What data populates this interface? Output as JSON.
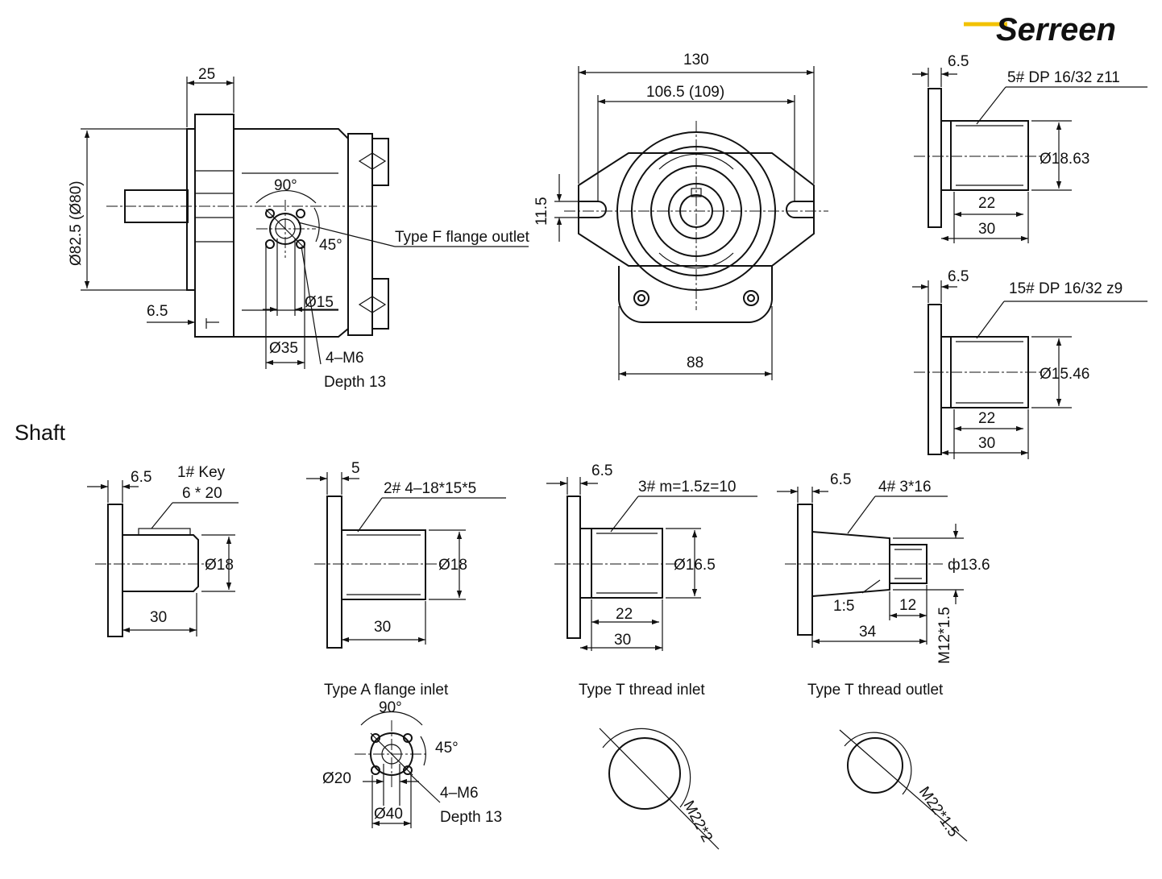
{
  "brand": {
    "logo_text": "Serreen",
    "color": "#f2c200"
  },
  "side_view": {
    "dim_top": "25",
    "dim_diameter": "Ø82.5 (Ø80)",
    "dim_bottom_left": "6.5",
    "angle_90": "90°",
    "angle_45": "45°",
    "dim_d15": "Ø15",
    "dim_d35": "Ø35",
    "bolts": "4–M6",
    "depth": "Depth 13",
    "outlet_label": "Type F flange outlet"
  },
  "front_view": {
    "dim_130": "130",
    "dim_106": "106.5 (109)",
    "dim_11_5": "11.5",
    "dim_88": "88"
  },
  "shaft_5": {
    "label": "5# DP 16/32 z11",
    "dim_6_5": "6.5",
    "dia": "Ø18.63",
    "dim_22": "22",
    "dim_30": "30"
  },
  "shaft_15": {
    "label": "15# DP 16/32 z9",
    "dim_6_5": "6.5",
    "dia": "Ø15.46",
    "dim_22": "22",
    "dim_30": "30"
  },
  "shaft_title": "Shaft",
  "shaft_1": {
    "label1": "1# Key",
    "label2": "6 * 20",
    "dim_6_5": "6.5",
    "dia": "Ø18",
    "dim_30": "30"
  },
  "shaft_2": {
    "label": "2# 4–18*15*5",
    "dim_5": "5",
    "dia": "Ø18",
    "dim_30": "30"
  },
  "shaft_3": {
    "label": "3# m=1.5z=10",
    "dim_6_5": "6.5",
    "dia": "Ø16.5",
    "dim_22": "22",
    "dim_30": "30"
  },
  "shaft_4": {
    "label": "4# 3*16",
    "dim_6_5": "6.5",
    "dia": "ф13.6",
    "taper": "1:5",
    "dim_12": "12",
    "dim_34": "34",
    "thread": "M12*1.5"
  },
  "inlet_a": {
    "title": "Type A  flange inlet",
    "angle_90": "90°",
    "angle_45": "45°",
    "d20": "Ø20",
    "d40": "Ø40",
    "bolts": "4–M6",
    "depth": "Depth 13"
  },
  "inlet_t": {
    "title": "Type T thread inlet",
    "thread": "M22*2"
  },
  "outlet_t": {
    "title": "Type T thread outlet",
    "thread": "M22*1.5"
  }
}
